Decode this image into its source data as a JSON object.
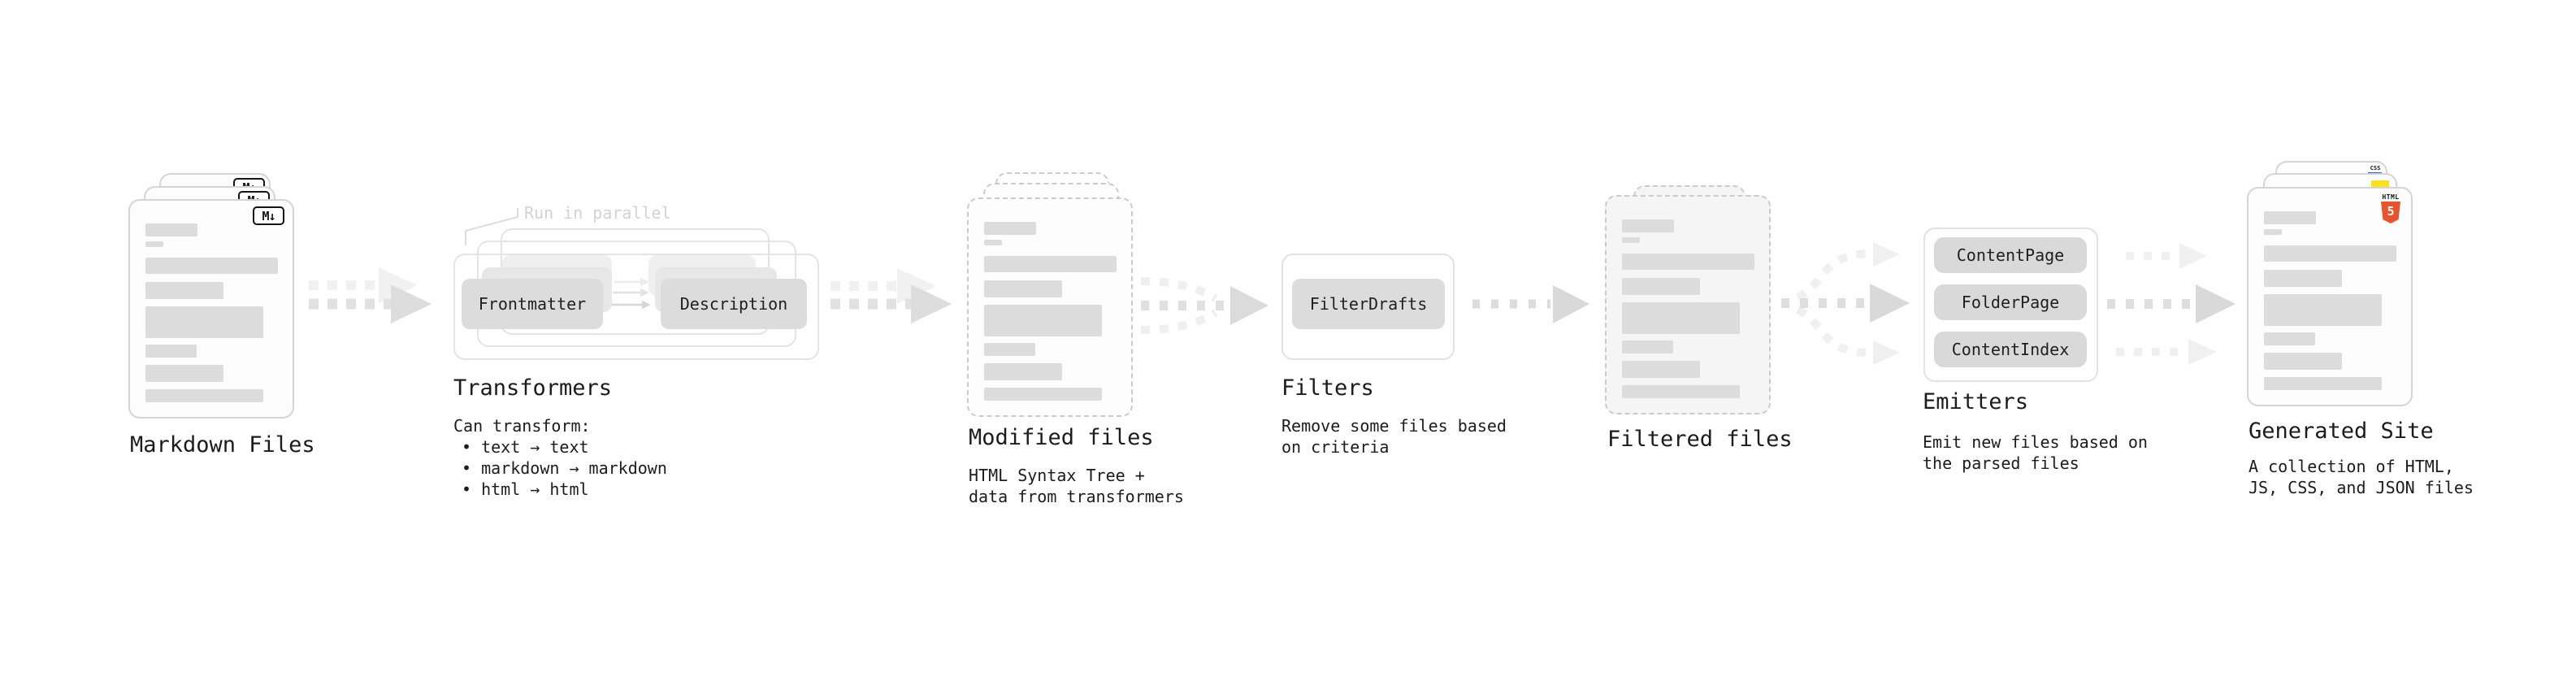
{
  "stages": {
    "markdown": {
      "label": "Markdown Files",
      "badge": "M↓"
    },
    "transformers": {
      "label": "Transformers",
      "annotation": "Run in parallel",
      "buttons": [
        "Frontmatter",
        "Description"
      ],
      "note_title": "Can transform:",
      "bullets": [
        "• text → text",
        "• markdown → markdown",
        "• html → html"
      ]
    },
    "modified": {
      "label": "Modified files",
      "note_lines": [
        "HTML Syntax Tree +",
        "data from transformers"
      ]
    },
    "filters": {
      "label": "Filters",
      "buttons": [
        "FilterDrafts"
      ],
      "note_lines": [
        "Remove some files based",
        "on criteria"
      ]
    },
    "filtered": {
      "label": "Filtered files"
    },
    "emitters": {
      "label": "Emitters",
      "buttons": [
        "ContentPage",
        "FolderPage",
        "ContentIndex"
      ],
      "note_lines": [
        "Emit new files based on",
        "the parsed files"
      ]
    },
    "generated": {
      "label": "Generated Site",
      "note_lines": [
        "A collection of HTML,",
        "JS, CSS, and JSON files"
      ],
      "file_icons": {
        "html_label": "HTML",
        "html_number": "5",
        "css_label": "CSS"
      }
    }
  },
  "colors": {
    "html5_orange": "#e8532c",
    "js_yellow": "#ffdf1e",
    "css_blue": "#2b5fe3",
    "bar_gray": "#dcdcdc",
    "card_border": "#d5d5d5",
    "dashed_border": "#cbcbcb",
    "arrow_main": "#dedede",
    "arrow_light": "#f1f1f1",
    "annotation_gray": "#d3d3d3"
  }
}
